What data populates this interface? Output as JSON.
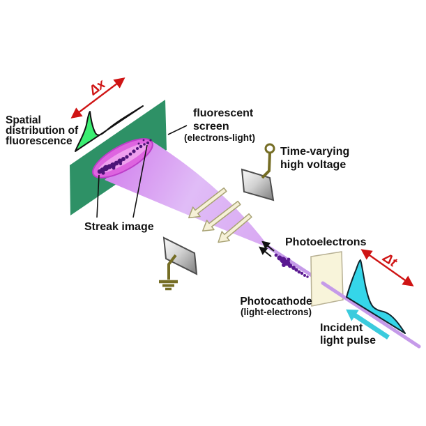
{
  "labels": {
    "spatial_1": "Spatial",
    "spatial_2": "distribution of",
    "spatial_3": "fluorescence",
    "delta_x": "Δx",
    "screen_1": "fluorescent",
    "screen_2": "screen",
    "screen_3": "(electrons-light)",
    "streak_image": "Streak image",
    "hv_1": "Time-varying",
    "hv_2": "high voltage",
    "photoelectrons": "Photoelectrons",
    "photocathode_1": "Photocathode",
    "photocathode_2": "(light-electrons)",
    "delta_t": "Δt",
    "incident_1": "Incident",
    "incident_2": "light pulse"
  },
  "symbols": {
    "hv_terminal": "open-circle-terminal",
    "ground": "ground-symbol",
    "sweep_arrows": "block-arrows-down-left",
    "electron_motion": "small-black-arrows-up-left",
    "delta_arrows": "red-double-headed-arrows"
  },
  "colors": {
    "screen_green": "#2e9166",
    "distribution_green": "#3bee72",
    "streak_blob_magenta": "#de64e0",
    "cone_lavender": "#ddb4f6",
    "beam_lavender": "#c59ae9",
    "electron_dot_purple": "#5a1891",
    "pulse_cyan": "#35d6e9",
    "cyan_arrow": "#3bcbdd",
    "accent_red": "#cf1414",
    "wire_olive": "#756d24",
    "plate_gray": "#7d7d7d",
    "photocathode_ivory": "#f8f4da",
    "sweep_arrow_cream": "#f6f1d7",
    "text_black": "#111111"
  }
}
